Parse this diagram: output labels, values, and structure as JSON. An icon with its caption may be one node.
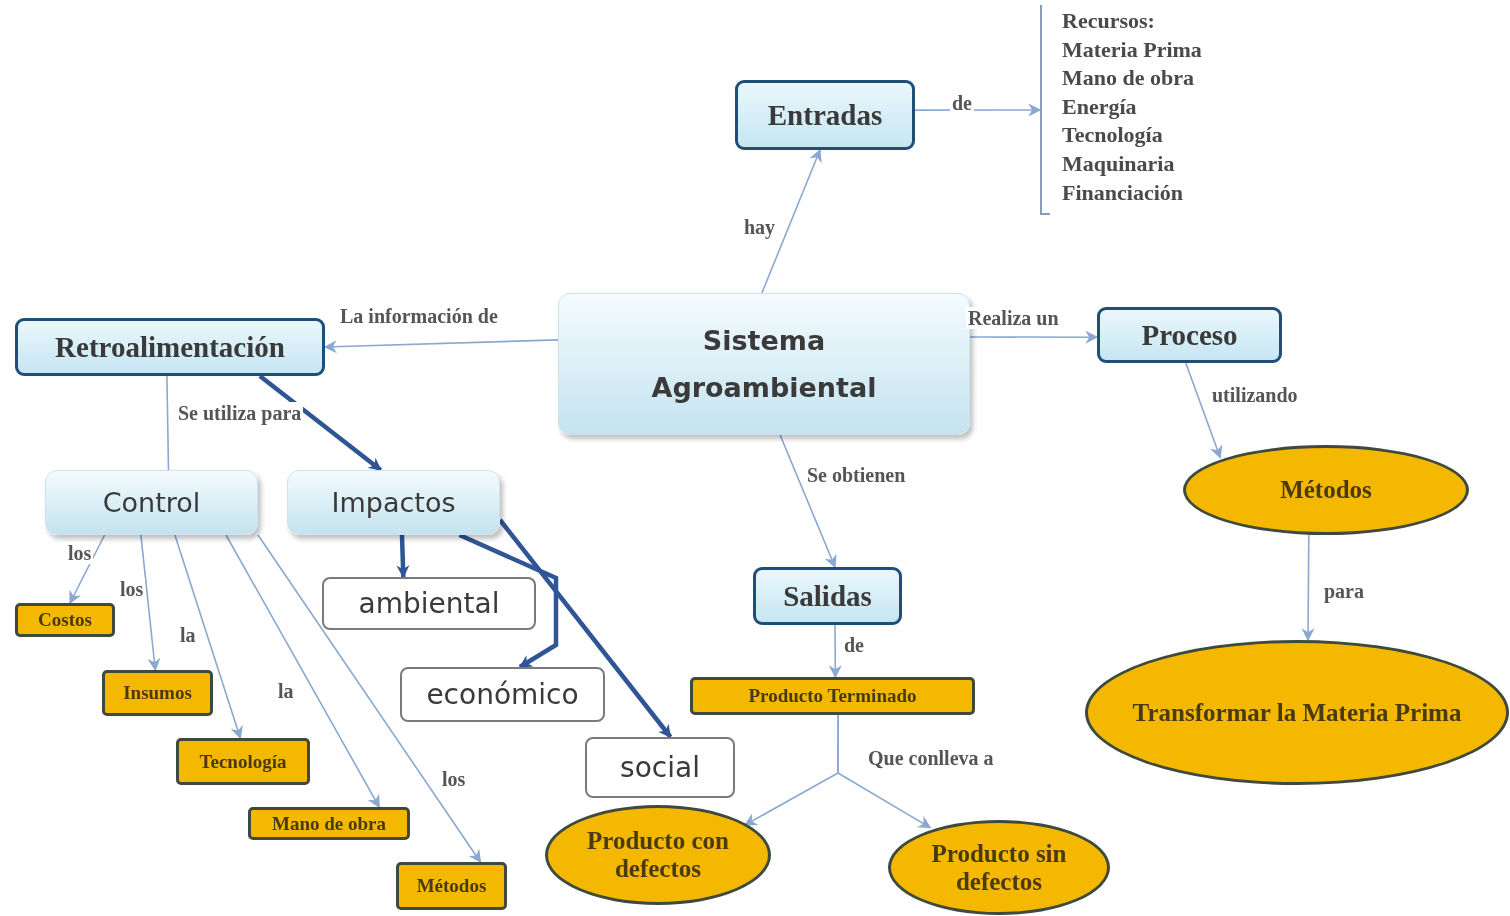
{
  "diagram": {
    "nodes": [
      {
        "text": [
          "Sistema Agroambiental"
        ]
      },
      {
        "text": [
          "Entradas"
        ]
      },
      {
        "text": [
          "Recursos:",
          "Materia Prima",
          "Mano de obra",
          "Energía",
          "Tecnología",
          "Maquinaria",
          "Financiación"
        ]
      },
      {
        "text": [
          "Retroalimentación"
        ]
      },
      {
        "text": [
          "Proceso"
        ]
      },
      {
        "text": [
          "Control"
        ]
      },
      {
        "text": [
          "Impactos"
        ]
      },
      {
        "text": [
          "Métodos"
        ]
      },
      {
        "text": [
          "Salidas"
        ]
      },
      {
        "text": [
          "Costos"
        ]
      },
      {
        "text": [
          "Insumos"
        ]
      },
      {
        "text": [
          "Tecnología"
        ]
      },
      {
        "text": [
          "ambiental"
        ]
      },
      {
        "text": [
          "económico"
        ]
      },
      {
        "text": [
          "social"
        ]
      },
      {
        "text": [
          "Producto Terminado"
        ]
      },
      {
        "text": [
          "Mano de obra"
        ]
      },
      {
        "text": [
          "Métodos"
        ]
      },
      {
        "text": [
          "Producto con defectos"
        ]
      },
      {
        "text": [
          "Producto sin defectos"
        ]
      },
      {
        "text": [
          "Transformar la Materia Prima"
        ]
      }
    ],
    "edges": [
      {
        "from": 0,
        "to": 1,
        "arrow": "to",
        "label": "hay"
      },
      {
        "from": 1,
        "to": 2,
        "arrow": "to",
        "label": "de"
      },
      {
        "from": 0,
        "to": 3,
        "arrow": "to",
        "label": "La información de"
      },
      {
        "from": 0,
        "to": 4,
        "arrow": "to",
        "label": "Realiza un"
      },
      {
        "from": 0,
        "to": 8,
        "arrow": "to",
        "label": "Se obtienen"
      },
      {
        "from": 3,
        "to": 5,
        "arrow": "none",
        "label": "Se utiliza para"
      },
      {
        "from": 3,
        "to": 6,
        "arrow": "to",
        "style": "thick",
        "color": "#2f5597"
      },
      {
        "from": 4,
        "to": 7,
        "arrow": "to",
        "label": "utilizando"
      },
      {
        "from": 7,
        "to": 20,
        "arrow": "to",
        "label": "para"
      },
      {
        "from": 5,
        "to": 9,
        "arrow": "to",
        "label": "los"
      },
      {
        "from": 5,
        "to": 10,
        "arrow": "to",
        "label": "los"
      },
      {
        "from": 5,
        "to": 11,
        "arrow": "to",
        "label": "la"
      },
      {
        "from": 5,
        "to": 16,
        "arrow": "to",
        "label": "la"
      },
      {
        "from": 5,
        "to": 17,
        "arrow": "to",
        "label": "los"
      },
      {
        "from": 6,
        "to": 12,
        "arrow": "to",
        "style": "thick",
        "color": "#2f5597"
      },
      {
        "from": 6,
        "to": 13,
        "arrow": "to",
        "style": "thick",
        "color": "#2f5597"
      },
      {
        "from": 6,
        "to": 14,
        "arrow": "to",
        "style": "thick",
        "color": "#2f5597"
      },
      {
        "from": 8,
        "to": 15,
        "arrow": "to",
        "label": "de"
      },
      {
        "from": 15,
        "to": 18,
        "arrow": "to",
        "label": "Que conlleva a"
      },
      {
        "from": 15,
        "to": 19,
        "arrow": "to"
      }
    ]
  }
}
